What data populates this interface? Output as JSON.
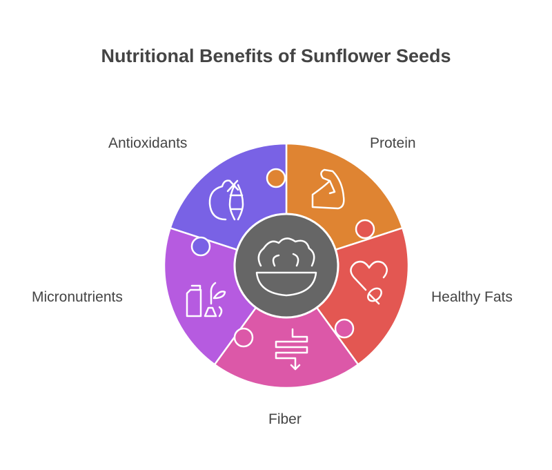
{
  "title": "Nutritional Benefits of Sunflower Seeds",
  "center": {
    "icon": "salad-bowl-icon",
    "color": "#666666"
  },
  "segments": [
    {
      "label": "Protein",
      "color": "#DF8432",
      "icon": "flexed-bicep-icon"
    },
    {
      "label": "Healthy Fats",
      "color": "#E35752",
      "icon": "heart-pill-icon"
    },
    {
      "label": "Fiber",
      "color": "#DC58A8",
      "icon": "intestine-arrow-icon"
    },
    {
      "label": "Micronutrients",
      "color": "#B65BE0",
      "icon": "supplements-leaf-icon"
    },
    {
      "label": "Antioxidants",
      "color": "#7962E5",
      "icon": "apple-dna-icon"
    }
  ]
}
